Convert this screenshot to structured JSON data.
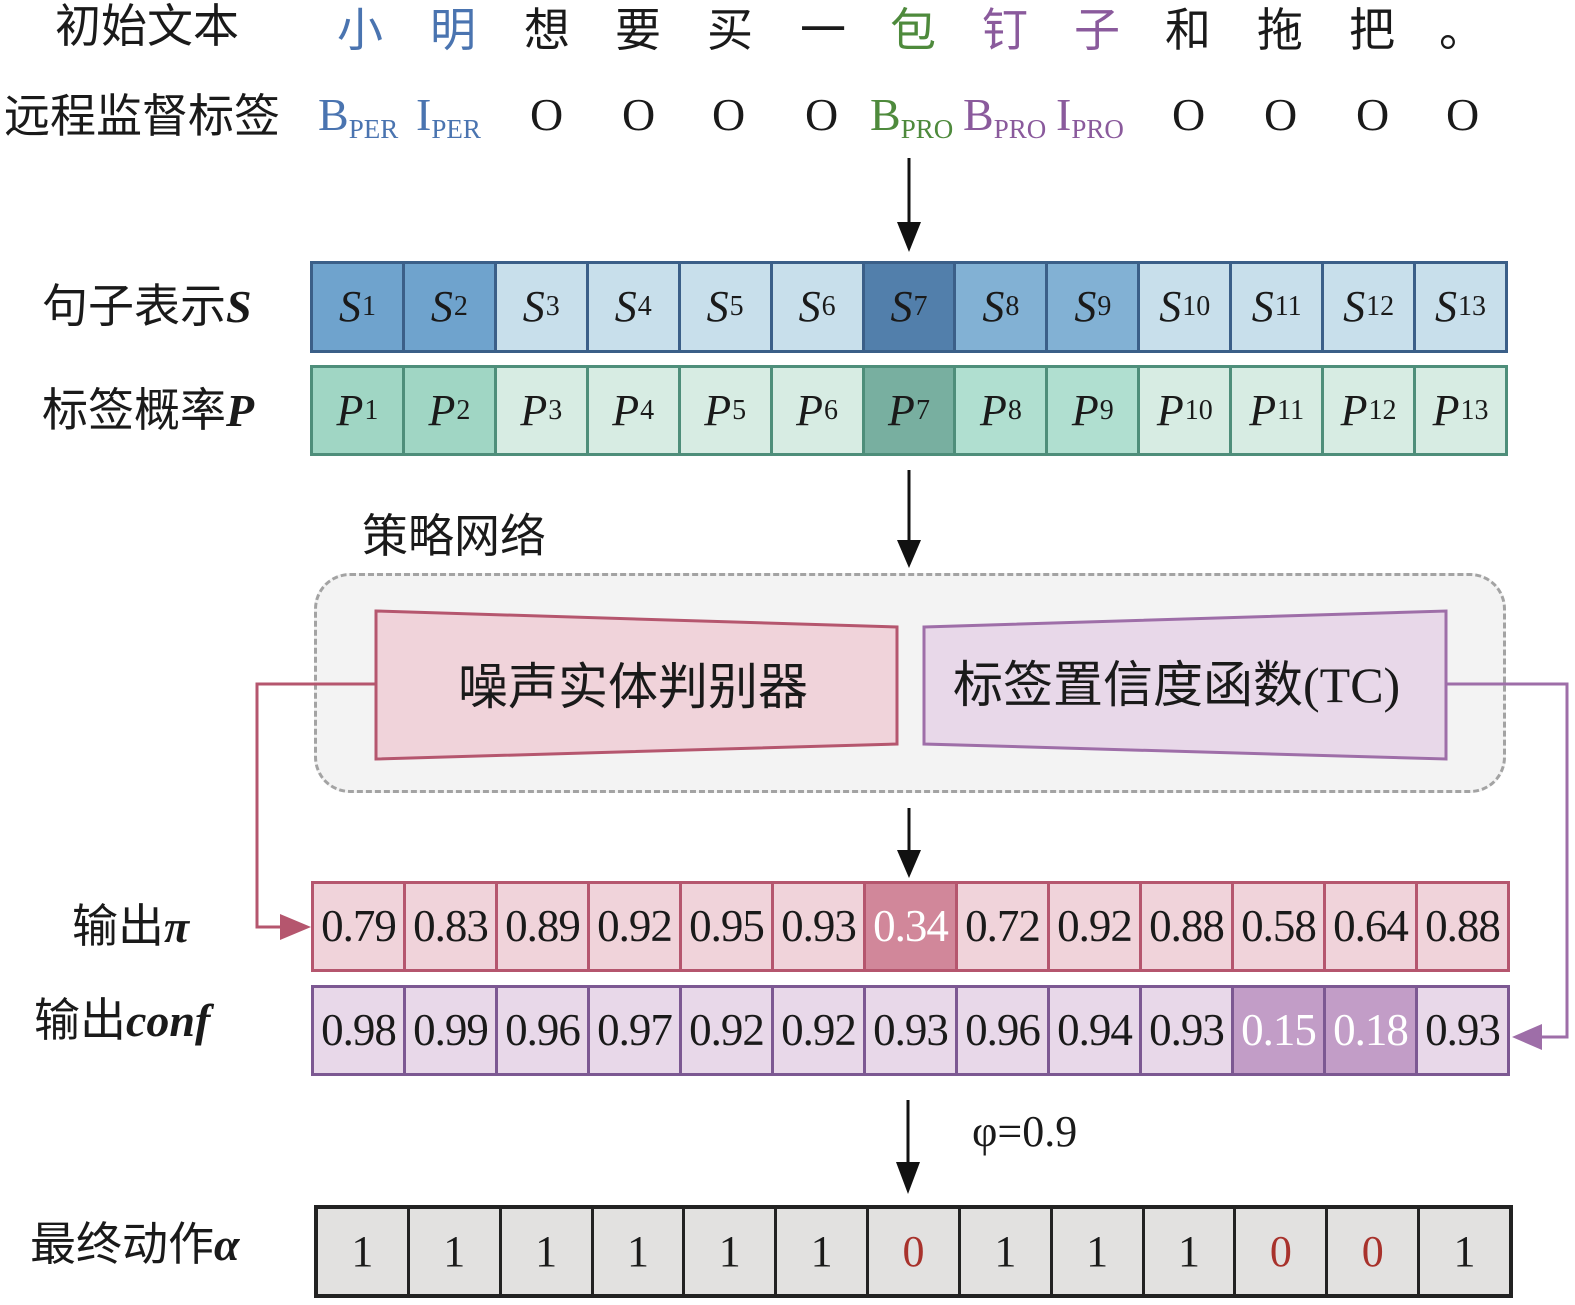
{
  "colors": {
    "per_entity": "#4a74b0",
    "pro_b_first": "#4e8a3c",
    "pro_entity": "#8a5a9c",
    "text": "#1a1a1a",
    "s_border": "#3b5f88",
    "p_border": "#4e8e7a",
    "pi_border": "#b5566e",
    "conf_border": "#7c5892",
    "alpha_border": "#222222",
    "action_zero": "#a8322c",
    "discriminator_stroke": "#b5566e",
    "discriminator_fill": "#f0d3da",
    "tc_stroke": "#9e6ea8",
    "tc_fill": "#e8d8e9",
    "policy_fill": "#f3f3f3",
    "policy_dash": "#a3a3a3"
  },
  "labels": {
    "initial_text": "初始文本",
    "distant_labels": "远程监督标签",
    "sentence_repr_prefix": "句子表示",
    "sentence_repr_symbol": "S",
    "label_prob_prefix": "标签概率",
    "label_prob_symbol": "P",
    "policy_network": "策略网络",
    "output_pi_prefix": "输出",
    "output_pi_symbol": "π",
    "output_conf_prefix": "输出",
    "output_conf_symbol": "conf",
    "final_action_prefix": "最终动作",
    "final_action_symbol": "α",
    "threshold": "φ=0.9"
  },
  "tokens": [
    {
      "char": "小",
      "color": "#4a74b0"
    },
    {
      "char": "明",
      "color": "#4a74b0"
    },
    {
      "char": "想",
      "color": "#1a1a1a"
    },
    {
      "char": "要",
      "color": "#1a1a1a"
    },
    {
      "char": "买",
      "color": "#1a1a1a"
    },
    {
      "char": "一",
      "color": "#1a1a1a"
    },
    {
      "char": "包",
      "color": "#4e8a3c"
    },
    {
      "char": "钉",
      "color": "#8a5a9c"
    },
    {
      "char": "子",
      "color": "#8a5a9c"
    },
    {
      "char": "和",
      "color": "#1a1a1a"
    },
    {
      "char": "拖",
      "color": "#1a1a1a"
    },
    {
      "char": "把",
      "color": "#1a1a1a"
    },
    {
      "char": "。",
      "color": "#1a1a1a"
    }
  ],
  "tags": [
    {
      "main": "B",
      "sub": "PER",
      "color": "#4a74b0"
    },
    {
      "main": "I",
      "sub": "PER",
      "color": "#4a74b0"
    },
    {
      "main": "O",
      "sub": "",
      "color": "#1a1a1a"
    },
    {
      "main": "O",
      "sub": "",
      "color": "#1a1a1a"
    },
    {
      "main": "O",
      "sub": "",
      "color": "#1a1a1a"
    },
    {
      "main": "O",
      "sub": "",
      "color": "#1a1a1a"
    },
    {
      "main": "B",
      "sub": "PRO",
      "color": "#4e8a3c"
    },
    {
      "main": "B",
      "sub": "PRO",
      "color": "#8a5a9c"
    },
    {
      "main": "I",
      "sub": "PRO",
      "color": "#8a5a9c"
    },
    {
      "main": "O",
      "sub": "",
      "color": "#1a1a1a"
    },
    {
      "main": "O",
      "sub": "",
      "color": "#1a1a1a"
    },
    {
      "main": "O",
      "sub": "",
      "color": "#1a1a1a"
    },
    {
      "main": "O",
      "sub": "",
      "color": "#1a1a1a"
    }
  ],
  "sentence_cells": [
    {
      "symbol": "S",
      "index": "1",
      "fill": "#6fa3cd"
    },
    {
      "symbol": "S",
      "index": "2",
      "fill": "#6fa3cd"
    },
    {
      "symbol": "S",
      "index": "3",
      "fill": "#c8dfeb"
    },
    {
      "symbol": "S",
      "index": "4",
      "fill": "#c8dfeb"
    },
    {
      "symbol": "S",
      "index": "5",
      "fill": "#c8dfeb"
    },
    {
      "symbol": "S",
      "index": "6",
      "fill": "#c8dfeb"
    },
    {
      "symbol": "S",
      "index": "7",
      "fill": "#527fab"
    },
    {
      "symbol": "S",
      "index": "8",
      "fill": "#82b1d4"
    },
    {
      "symbol": "S",
      "index": "9",
      "fill": "#82b1d4"
    },
    {
      "symbol": "S",
      "index": "10",
      "fill": "#c8dfeb"
    },
    {
      "symbol": "S",
      "index": "11",
      "fill": "#c8dfeb"
    },
    {
      "symbol": "S",
      "index": "12",
      "fill": "#c8dfeb"
    },
    {
      "symbol": "S",
      "index": "13",
      "fill": "#c8dfeb"
    }
  ],
  "prob_cells": [
    {
      "symbol": "P",
      "index": "1",
      "fill": "#a0d6c4"
    },
    {
      "symbol": "P",
      "index": "2",
      "fill": "#a0d6c4"
    },
    {
      "symbol": "P",
      "index": "3",
      "fill": "#d7ece3"
    },
    {
      "symbol": "P",
      "index": "4",
      "fill": "#d7ece3"
    },
    {
      "symbol": "P",
      "index": "5",
      "fill": "#d7ece3"
    },
    {
      "symbol": "P",
      "index": "6",
      "fill": "#d7ece3"
    },
    {
      "symbol": "P",
      "index": "7",
      "fill": "#78afa0"
    },
    {
      "symbol": "P",
      "index": "8",
      "fill": "#b0dfd0"
    },
    {
      "symbol": "P",
      "index": "9",
      "fill": "#b0dfd0"
    },
    {
      "symbol": "P",
      "index": "10",
      "fill": "#d7ece3"
    },
    {
      "symbol": "P",
      "index": "11",
      "fill": "#d7ece3"
    },
    {
      "symbol": "P",
      "index": "12",
      "fill": "#d7ece3"
    },
    {
      "symbol": "P",
      "index": "13",
      "fill": "#d7ece3"
    }
  ],
  "policy": {
    "discriminator": "噪声实体判别器",
    "tc_function": "标签置信度函数(TC)"
  },
  "output_pi": [
    {
      "value": "0.79",
      "highlight": false
    },
    {
      "value": "0.83",
      "highlight": false
    },
    {
      "value": "0.89",
      "highlight": false
    },
    {
      "value": "0.92",
      "highlight": false
    },
    {
      "value": "0.95",
      "highlight": false
    },
    {
      "value": "0.93",
      "highlight": false
    },
    {
      "value": "0.34",
      "highlight": true
    },
    {
      "value": "0.72",
      "highlight": false
    },
    {
      "value": "0.92",
      "highlight": false
    },
    {
      "value": "0.88",
      "highlight": false
    },
    {
      "value": "0.58",
      "highlight": false
    },
    {
      "value": "0.64",
      "highlight": false
    },
    {
      "value": "0.88",
      "highlight": false
    }
  ],
  "output_conf": [
    {
      "value": "0.98",
      "highlight": false
    },
    {
      "value": "0.99",
      "highlight": false
    },
    {
      "value": "0.96",
      "highlight": false
    },
    {
      "value": "0.97",
      "highlight": false
    },
    {
      "value": "0.92",
      "highlight": false
    },
    {
      "value": "0.92",
      "highlight": false
    },
    {
      "value": "0.93",
      "highlight": false
    },
    {
      "value": "0.96",
      "highlight": false
    },
    {
      "value": "0.94",
      "highlight": false
    },
    {
      "value": "0.93",
      "highlight": false
    },
    {
      "value": "0.15",
      "highlight": true
    },
    {
      "value": "0.18",
      "highlight": true
    },
    {
      "value": "0.93",
      "highlight": false
    }
  ],
  "pi_fills": {
    "normal": "#f0d3da",
    "highlight": "#d1879a"
  },
  "conf_fills": {
    "normal": "#e8d8e9",
    "highlight": "#c29dc7"
  },
  "final_action": [
    "1",
    "1",
    "1",
    "1",
    "1",
    "1",
    "0",
    "1",
    "1",
    "1",
    "0",
    "0",
    "1"
  ]
}
